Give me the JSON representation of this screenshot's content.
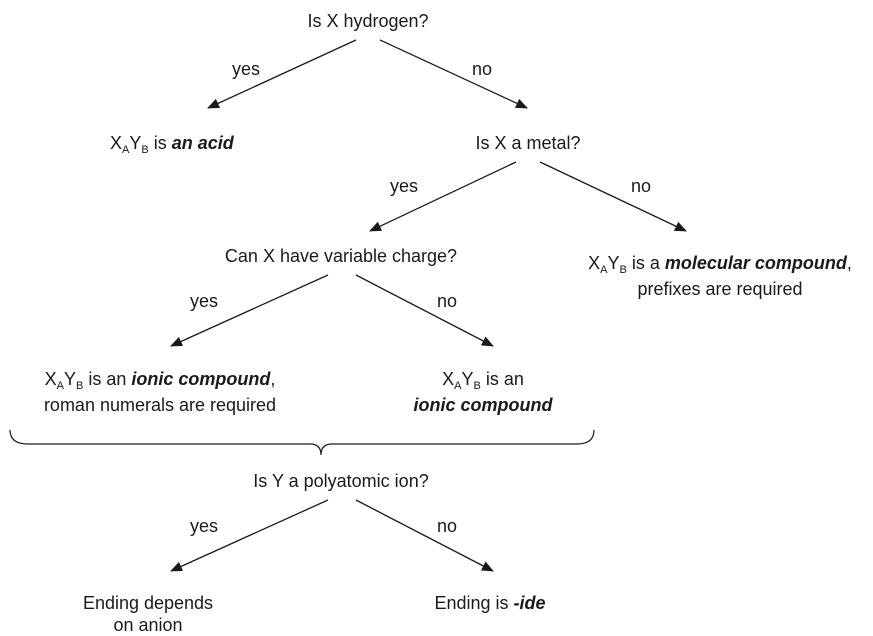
{
  "questions": {
    "q1": "Is X hydrogen?",
    "q2": "Is X a metal?",
    "q3": "Can X have variable charge?",
    "q4": "Is Y a polyatomic ion?"
  },
  "branch": {
    "yes": "yes",
    "no": "no"
  },
  "formula": {
    "x": "X",
    "a": "A",
    "y": "Y",
    "b": "B"
  },
  "outcomes": {
    "acid": {
      "pre": " is ",
      "em": "an acid"
    },
    "molecular": {
      "pre": " is a ",
      "em": "molecular compound",
      "post": ",",
      "line2": "prefixes are required"
    },
    "ionic_roman": {
      "pre": " is an ",
      "em": "ionic compound",
      "post": ",",
      "line2": "roman numerals are required"
    },
    "ionic": {
      "pre": " is an",
      "line2_em": "ionic compound"
    },
    "ending_anion": {
      "line1": "Ending depends",
      "line2": "on anion"
    },
    "ending_ide": {
      "pre": "Ending is ",
      "em": "-ide"
    }
  }
}
